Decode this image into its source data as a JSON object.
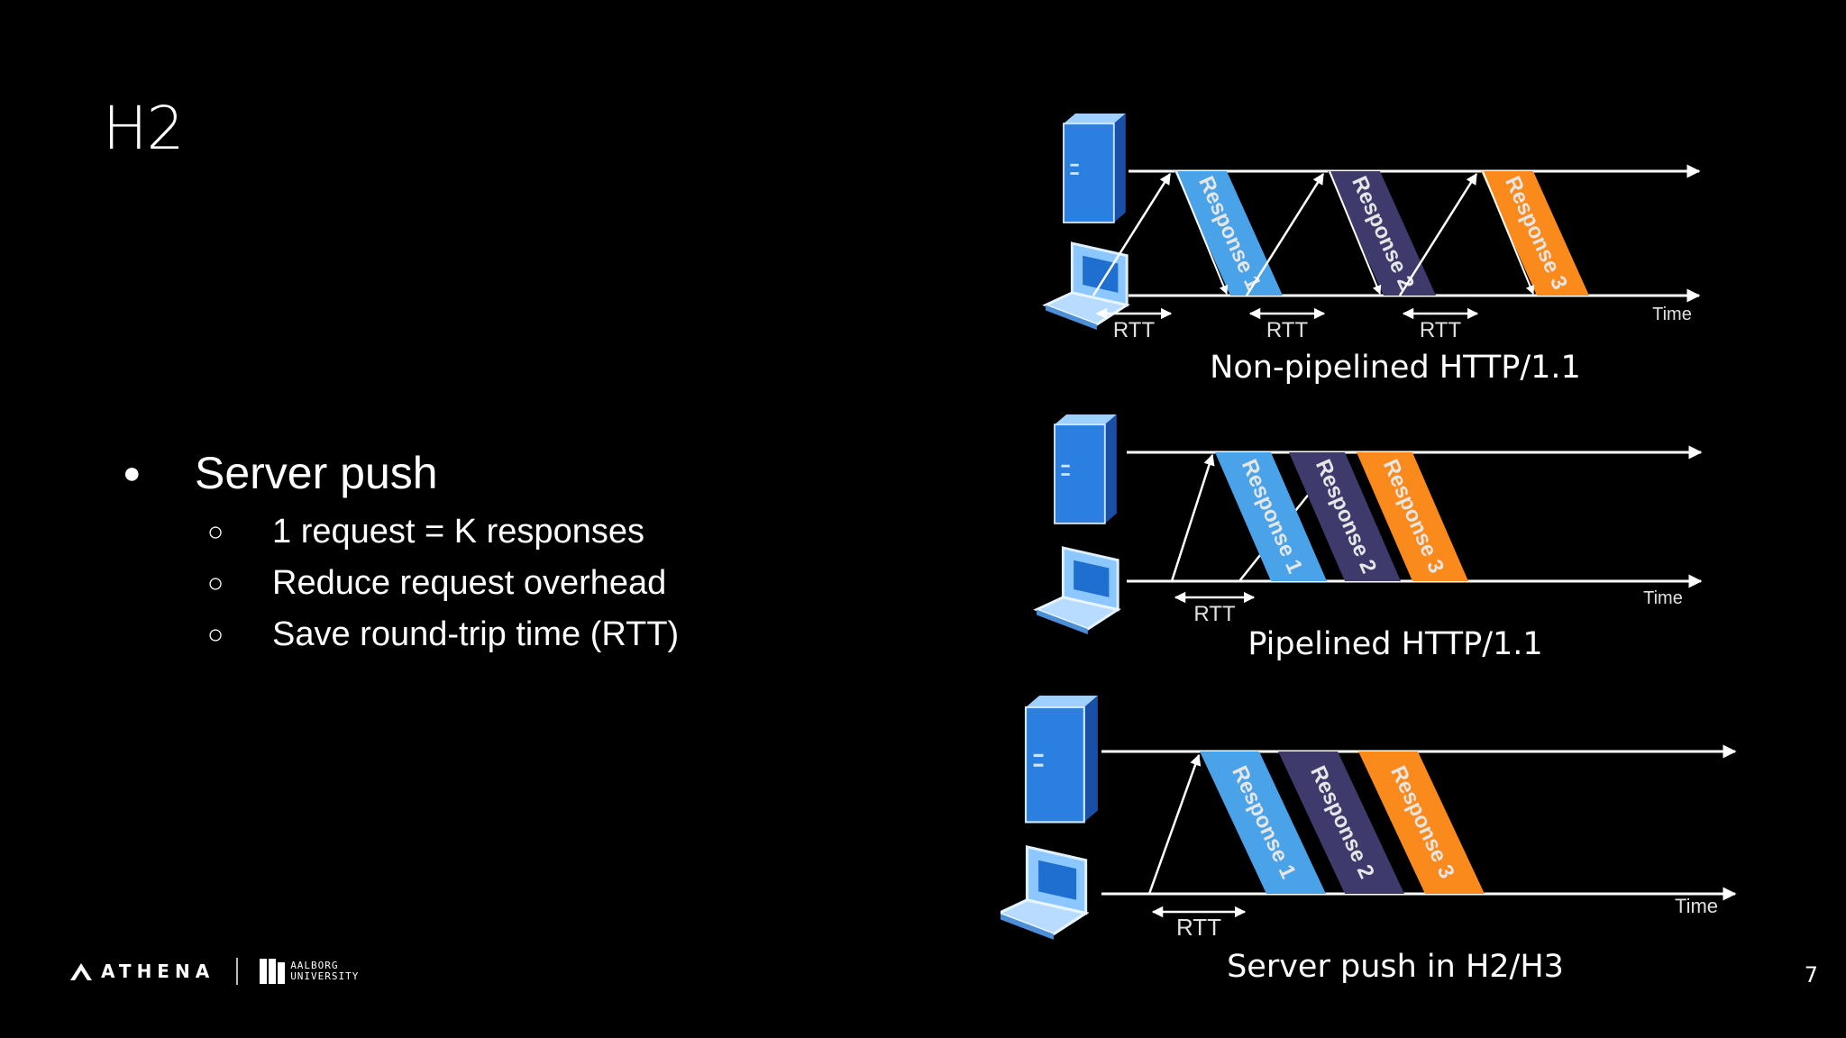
{
  "slide": {
    "title": "H2",
    "page_number": "7"
  },
  "bullets": {
    "main": "Server push",
    "sub": [
      "1 request = K responses",
      "Reduce request overhead",
      "Save round-trip time (RTT)"
    ]
  },
  "diagrams": [
    {
      "caption": "Non-pipelined HTTP/1.1",
      "responses": [
        "Response 1",
        "Response 2",
        "Response 3"
      ],
      "rtt_labels": [
        "RTT",
        "RTT",
        "RTT"
      ],
      "time_label": "Time"
    },
    {
      "caption": "Pipelined HTTP/1.1",
      "responses": [
        "Response 1",
        "Response 2",
        "Response 3"
      ],
      "rtt_labels": [
        "RTT"
      ],
      "time_label": "Time"
    },
    {
      "caption": "Server push in H2/H3",
      "responses": [
        "Response 1",
        "Response 2",
        "Response 3"
      ],
      "rtt_labels": [
        "RTT"
      ],
      "time_label": "Time"
    }
  ],
  "colors": {
    "response_1": "#4aa3e8",
    "response_2": "#3e3a6b",
    "response_3": "#f98a1b",
    "server": "#2a7fe0",
    "arrow": "#ffffff"
  },
  "footer": {
    "brand": "ATHENA",
    "university_lines": [
      "AALBORG",
      "UNIVERSITY"
    ]
  }
}
